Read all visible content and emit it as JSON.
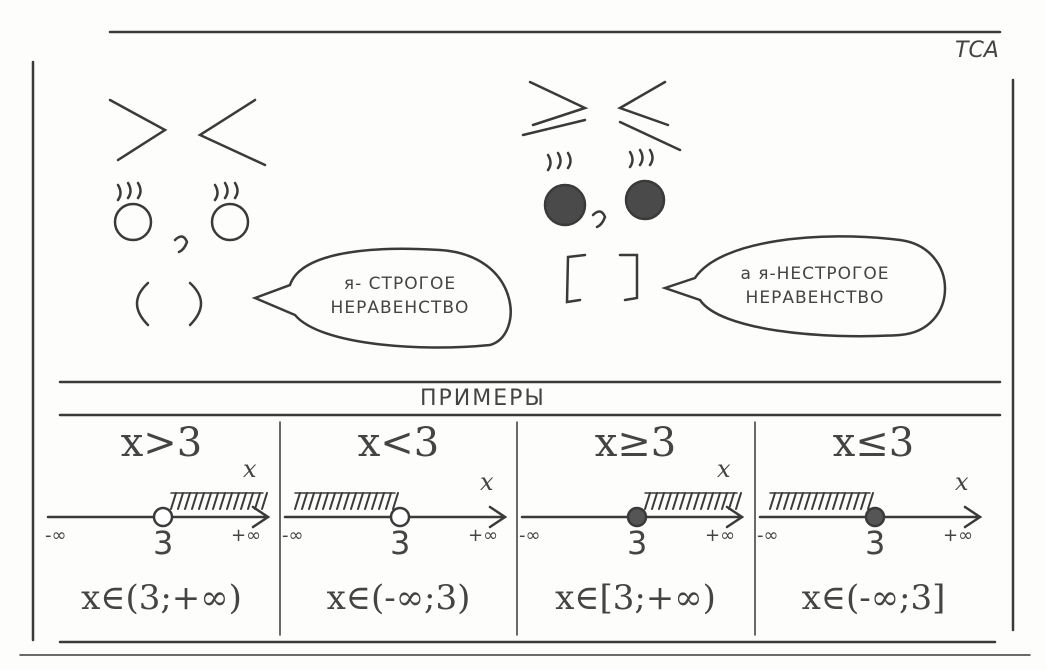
{
  "signature": "TCA",
  "left_face": {
    "bubble": [
      "я- СТРОГОЕ",
      "НЕРАВЕНСТВО"
    ],
    "mouth": "( )"
  },
  "right_face": {
    "bubble": [
      "а я-НЕСТРОГОЕ",
      "НЕРАВЕНСТВО"
    ],
    "mouth": "[ ]"
  },
  "examples_heading": "ПРИМЕРЫ",
  "examples": [
    {
      "inequality": "x>3",
      "axis_label": "x",
      "neg_inf": "-∞",
      "point": "3",
      "pos_inf": "+∞",
      "point_type": "open",
      "shade": "right",
      "interval": "x∈(3;+∞)"
    },
    {
      "inequality": "x<3",
      "axis_label": "x",
      "neg_inf": "-∞",
      "point": "3",
      "pos_inf": "+∞",
      "point_type": "open",
      "shade": "left",
      "interval": "x∈(-∞;3)"
    },
    {
      "inequality": "x≥3",
      "axis_label": "x",
      "neg_inf": "-∞",
      "point": "3",
      "pos_inf": "+∞",
      "point_type": "filled",
      "shade": "right",
      "interval": "x∈[3;+∞)"
    },
    {
      "inequality": "x≤3",
      "axis_label": "x",
      "neg_inf": "-∞",
      "point": "3",
      "pos_inf": "+∞",
      "point_type": "filled",
      "shade": "left",
      "interval": "x∈(-∞;3]"
    }
  ]
}
